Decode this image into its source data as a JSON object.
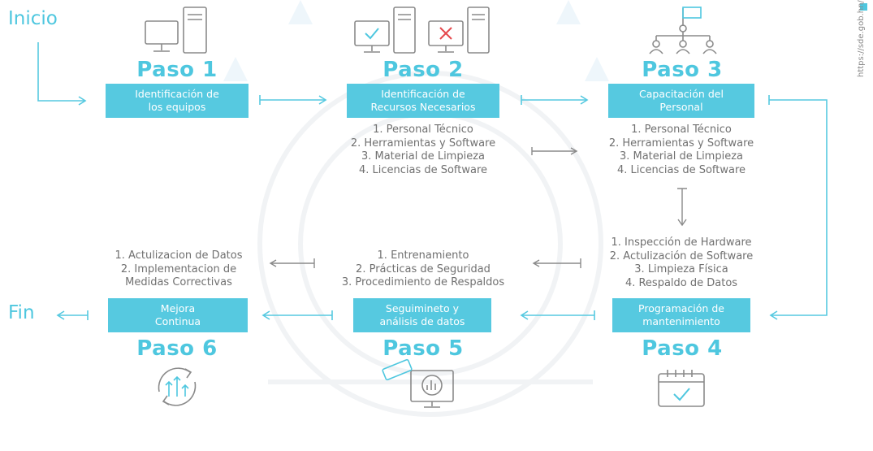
{
  "start_label": "Inicio",
  "end_label": "Fin",
  "url": "https://sde.gob.hn/",
  "colors": {
    "accent": "#4ec7df",
    "box": "#56c9e0",
    "text": "#707070",
    "arrow_gray": "#8a8a8a"
  },
  "steps": [
    {
      "title": "Paso 1",
      "box": "Identificación de\nlos equipos",
      "icon": "computer-server-icon",
      "items": []
    },
    {
      "title": "Paso 2",
      "box": "Identificación de\nRecursos Necesarios",
      "icon": "computers-check-cross-icon",
      "items": [
        "1. Personal Técnico",
        "2. Herramientas y Software",
        "3. Material de Limpieza",
        "4. Licencias de Software"
      ]
    },
    {
      "title": "Paso 3",
      "box": "Capacitación del\nPersonal",
      "icon": "org-chart-icon",
      "items": [
        "1. Personal Técnico",
        "2. Herramientas y Software",
        "3. Material de Limpieza",
        "4. Licencias de Software"
      ]
    },
    {
      "title": "Paso 4",
      "box": "Programación de\nmantenimiento",
      "icon": "calendar-check-icon",
      "items": [
        "1. Inspección de Hardware",
        "2. Actulización de Software",
        "3. Limpieza Física",
        "4. Respaldo de Datos"
      ]
    },
    {
      "title": "Paso 5",
      "box": "Seguimineto y\nanálisis de datos",
      "icon": "magnifier-chart-icon",
      "items": [
        "1. Entrenamiento",
        "2. Prácticas de Seguridad",
        "3. Procedimiento de Respaldos"
      ]
    },
    {
      "title": "Paso 6",
      "box": "Mejora\nContinua",
      "icon": "refresh-arrows-icon",
      "items": [
        "1. Actulizacion de Datos",
        "2. Implementacion de",
        "Medidas Correctivas"
      ]
    }
  ]
}
